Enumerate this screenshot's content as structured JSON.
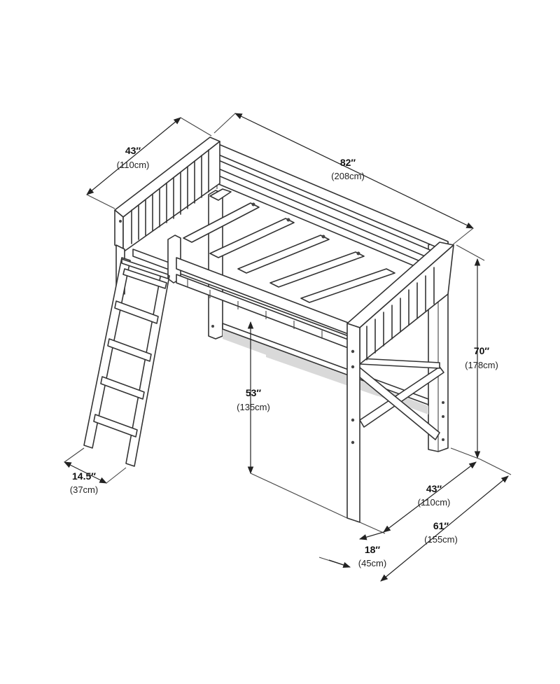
{
  "dimensions": {
    "length": {
      "imperial": "82″",
      "metric": "(208cm)"
    },
    "head_width": {
      "imperial": "43″",
      "metric": "(110cm)"
    },
    "height": {
      "imperial": "70″",
      "metric": "(178cm)"
    },
    "clearance": {
      "imperial": "53″",
      "metric": "(135cm)"
    },
    "ladder_width": {
      "imperial": "14.5″",
      "metric": "(37cm)"
    },
    "foot_width": {
      "imperial": "43″",
      "metric": "(110cm)"
    },
    "total_depth": {
      "imperial": "61″",
      "metric": "(155cm)"
    },
    "ladder_offset": {
      "imperial": "18″",
      "metric": "(45cm)"
    }
  }
}
